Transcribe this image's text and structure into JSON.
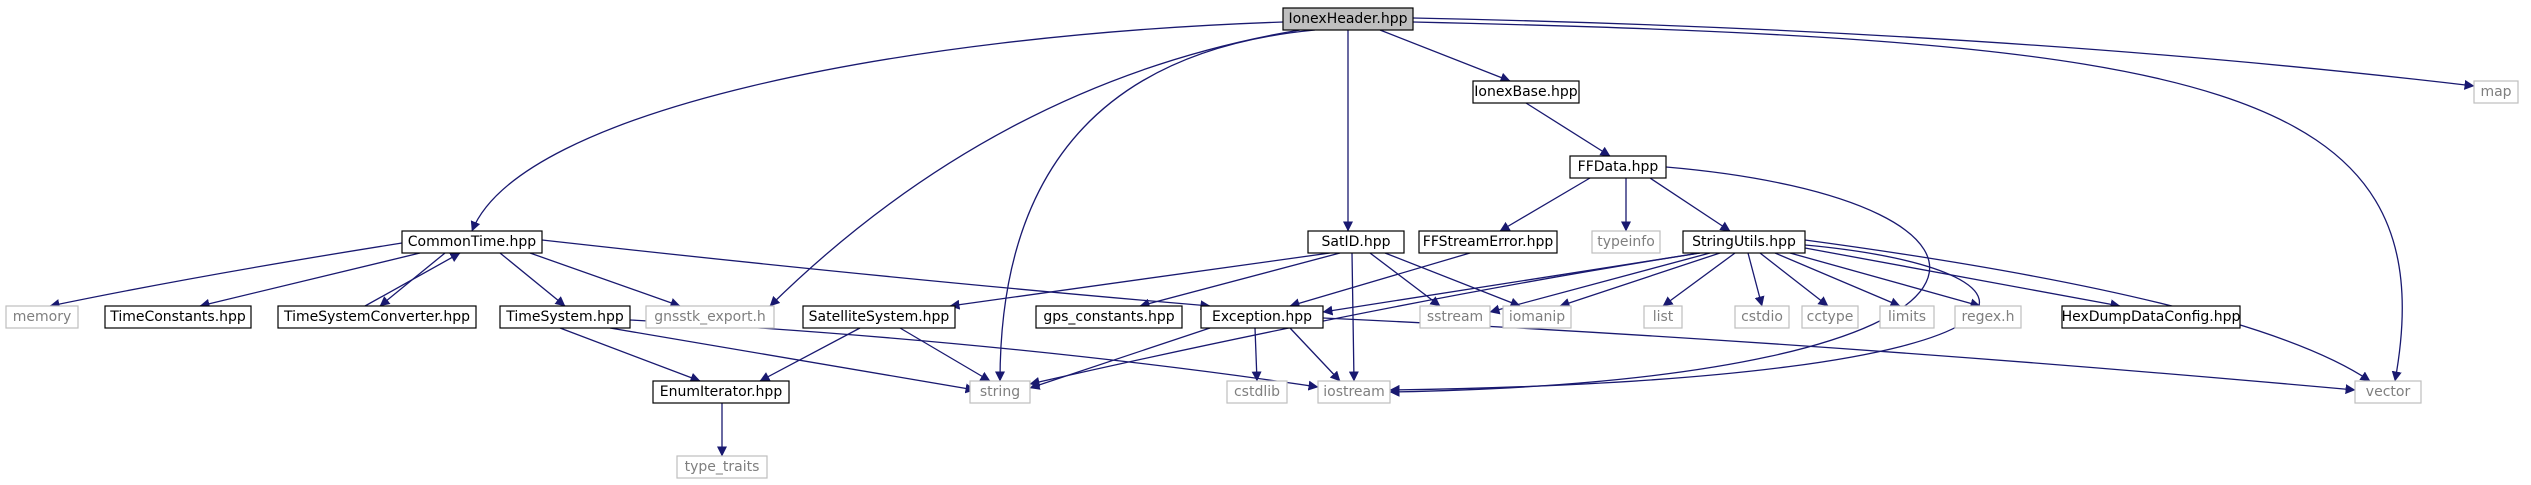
{
  "graph": {
    "root": "IonexHeader.hpp",
    "colors": {
      "edge": "#191970",
      "root_fill": "#bfbfbf",
      "header_border": "#000000",
      "system_border": "#bfbfbf",
      "system_text": "#7f7f7f"
    },
    "nodes": [
      {
        "id": "ionexheader",
        "label": "IonexHeader.hpp",
        "kind": "root"
      },
      {
        "id": "ionexbase",
        "label": "IonexBase.hpp",
        "kind": "header"
      },
      {
        "id": "map",
        "label": "map",
        "kind": "system"
      },
      {
        "id": "ffdata",
        "label": "FFData.hpp",
        "kind": "header"
      },
      {
        "id": "commontime",
        "label": "CommonTime.hpp",
        "kind": "header"
      },
      {
        "id": "satid",
        "label": "SatID.hpp",
        "kind": "header"
      },
      {
        "id": "ffstreamerror",
        "label": "FFStreamError.hpp",
        "kind": "header"
      },
      {
        "id": "typeinfo",
        "label": "typeinfo",
        "kind": "system"
      },
      {
        "id": "stringutils",
        "label": "StringUtils.hpp",
        "kind": "header"
      },
      {
        "id": "memory",
        "label": "memory",
        "kind": "system"
      },
      {
        "id": "timeconstants",
        "label": "TimeConstants.hpp",
        "kind": "header"
      },
      {
        "id": "timesystemconverter",
        "label": "TimeSystemConverter.hpp",
        "kind": "header"
      },
      {
        "id": "timesystem",
        "label": "TimeSystem.hpp",
        "kind": "header"
      },
      {
        "id": "gnsstk_export",
        "label": "gnsstk_export.h",
        "kind": "system"
      },
      {
        "id": "satellitesystem",
        "label": "SatelliteSystem.hpp",
        "kind": "header"
      },
      {
        "id": "gps_constants",
        "label": "gps_constants.hpp",
        "kind": "header"
      },
      {
        "id": "exception",
        "label": "Exception.hpp",
        "kind": "header"
      },
      {
        "id": "sstream",
        "label": "sstream",
        "kind": "system"
      },
      {
        "id": "iomanip",
        "label": "iomanip",
        "kind": "system"
      },
      {
        "id": "list",
        "label": "list",
        "kind": "system"
      },
      {
        "id": "cstdio",
        "label": "cstdio",
        "kind": "system"
      },
      {
        "id": "cctype",
        "label": "cctype",
        "kind": "system"
      },
      {
        "id": "limits",
        "label": "limits",
        "kind": "system"
      },
      {
        "id": "regex",
        "label": "regex.h",
        "kind": "system"
      },
      {
        "id": "hexdump",
        "label": "HexDumpDataConfig.hpp",
        "kind": "header"
      },
      {
        "id": "enumiterator",
        "label": "EnumIterator.hpp",
        "kind": "header"
      },
      {
        "id": "string",
        "label": "string",
        "kind": "system"
      },
      {
        "id": "cstdlib",
        "label": "cstdlib",
        "kind": "system"
      },
      {
        "id": "iostream",
        "label": "iostream",
        "kind": "system"
      },
      {
        "id": "vector",
        "label": "vector",
        "kind": "system"
      },
      {
        "id": "type_traits",
        "label": "type_traits",
        "kind": "system"
      }
    ],
    "edges": [
      [
        "ionexheader",
        "ionexbase"
      ],
      [
        "ionexheader",
        "map"
      ],
      [
        "ionexheader",
        "commontime"
      ],
      [
        "ionexheader",
        "satid"
      ],
      [
        "ionexheader",
        "gnsstk_export"
      ],
      [
        "ionexheader",
        "string"
      ],
      [
        "ionexheader",
        "vector"
      ],
      [
        "ionexbase",
        "ffdata"
      ],
      [
        "ffdata",
        "ffstreamerror"
      ],
      [
        "ffdata",
        "typeinfo"
      ],
      [
        "ffdata",
        "stringutils"
      ],
      [
        "ffdata",
        "iostream"
      ],
      [
        "ffstreamerror",
        "exception"
      ],
      [
        "commontime",
        "memory"
      ],
      [
        "commontime",
        "timeconstants"
      ],
      [
        "commontime",
        "timesystemconverter"
      ],
      [
        "commontime",
        "timesystem"
      ],
      [
        "commontime",
        "gnsstk_export"
      ],
      [
        "commontime",
        "exception"
      ],
      [
        "timesystemconverter",
        "commontime"
      ],
      [
        "timesystem",
        "enumiterator"
      ],
      [
        "timesystem",
        "string"
      ],
      [
        "timesystem",
        "iostream"
      ],
      [
        "satid",
        "satellitesystem"
      ],
      [
        "satid",
        "gps_constants"
      ],
      [
        "satid",
        "sstream"
      ],
      [
        "satid",
        "iomanip"
      ],
      [
        "satid",
        "iostream"
      ],
      [
        "satellitesystem",
        "enumiterator"
      ],
      [
        "satellitesystem",
        "string"
      ],
      [
        "enumiterator",
        "type_traits"
      ],
      [
        "exception",
        "string"
      ],
      [
        "exception",
        "cstdlib"
      ],
      [
        "exception",
        "iostream"
      ],
      [
        "exception",
        "vector"
      ],
      [
        "stringutils",
        "exception"
      ],
      [
        "stringutils",
        "sstream"
      ],
      [
        "stringutils",
        "iomanip"
      ],
      [
        "stringutils",
        "list"
      ],
      [
        "stringutils",
        "cstdio"
      ],
      [
        "stringutils",
        "cctype"
      ],
      [
        "stringutils",
        "limits"
      ],
      [
        "stringutils",
        "regex"
      ],
      [
        "stringutils",
        "hexdump"
      ],
      [
        "stringutils",
        "string"
      ],
      [
        "stringutils",
        "vector"
      ],
      [
        "stringutils",
        "iostream"
      ]
    ]
  }
}
